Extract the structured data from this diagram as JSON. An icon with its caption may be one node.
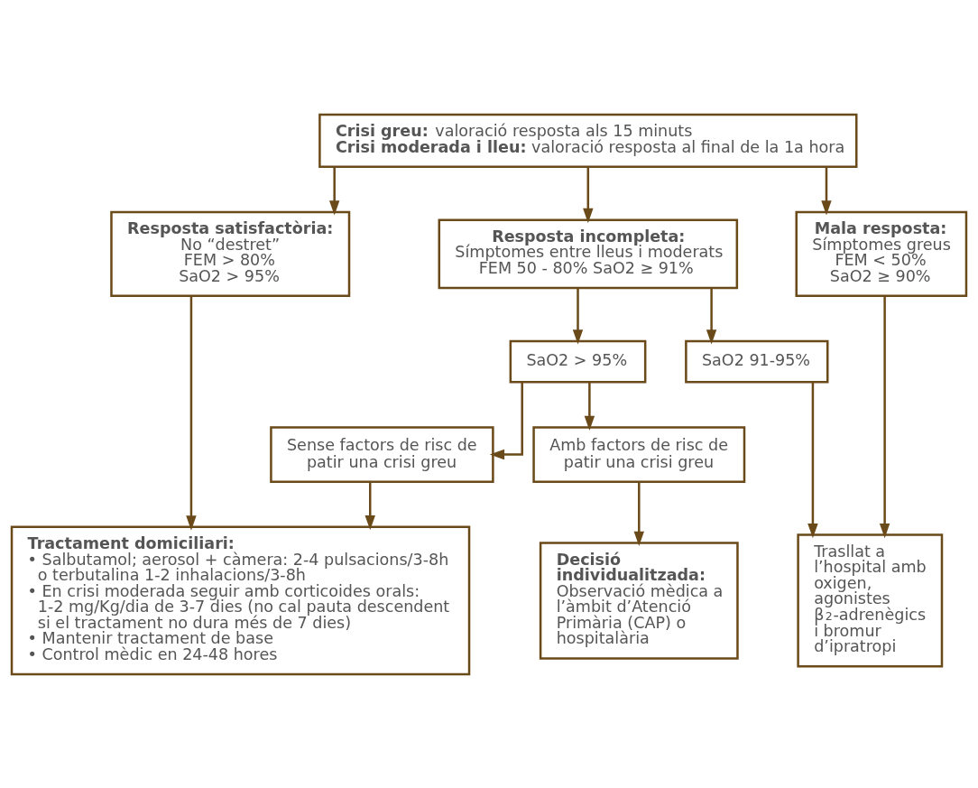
{
  "diagram": {
    "nodes": [
      {
        "text": [
          "**Crisi greu:** valoració resposta als 15 minuts",
          "**Crisi moderada i lleu:** valoració resposta al final de la 1a hora"
        ]
      },
      {
        "text": [
          "Resposta satisfactòria:",
          "No “destret”",
          "FEM > 80%",
          "SaO2 > 95%"
        ]
      },
      {
        "text": [
          "Resposta incompleta:",
          "Símptomes entre lleus i moderats",
          "FEM 50 - 80% SaO2 ≥ 91%"
        ]
      },
      {
        "text": [
          "Mala resposta:",
          "Símptomes greus",
          "FEM < 50%",
          "SaO2 ≥ 90%"
        ]
      },
      {
        "text": [
          "SaO2 > 95%"
        ]
      },
      {
        "text": [
          "SaO2 91-95%"
        ]
      },
      {
        "text": [
          "Sense factors de risc de patir una crisi greu"
        ]
      },
      {
        "text": [
          "Amb factors de risc de patir una crisi greu"
        ]
      },
      {
        "text": [
          "Tractament domiciliari:",
          "• Salbutamol; aerosol + càmera: 2-4 pulsacions/3-8h o terbutalina 1-2 inhalacions/3-8h",
          "• En crisi moderada seguir amb corticoides orals: 1-2 mg/Kg/dia de 3-7 dies (no cal pauta descendent si el tractament no dura més de 7 dies)",
          "• Mantenir tractament de base",
          "• Control mèdic en 24-48 hores"
        ]
      },
      {
        "text": [
          "Decisió individualitzada:",
          "Observació mèdica a l’àmbit d’Atenció Primària (CAP) o hospitalària"
        ]
      },
      {
        "text": [
          "Trasllat a l’hospital amb oxigen, agonistes β$_{2}$-adrenègics i bromur d’ipratropi"
        ]
      }
    ],
    "edges": [
      {
        "from": 0,
        "to": 1,
        "arrow": "to"
      },
      {
        "from": 0,
        "to": 2,
        "arrow": "to"
      },
      {
        "from": 0,
        "to": 3,
        "arrow": "to"
      },
      {
        "from": 2,
        "to": 4,
        "arrow": "to"
      },
      {
        "from": 2,
        "to": 5,
        "arrow": "to"
      },
      {
        "from": 4,
        "to": 6,
        "arrow": "to"
      },
      {
        "from": 4,
        "to": 7,
        "arrow": "to"
      },
      {
        "from": 1,
        "to": 8,
        "arrow": "to"
      },
      {
        "from": 6,
        "to": 8,
        "arrow": "to"
      },
      {
        "from": 7,
        "to": 9,
        "arrow": "to"
      },
      {
        "from": 5,
        "to": 10,
        "arrow": "to"
      },
      {
        "from": 3,
        "to": 10,
        "arrow": "to"
      }
    ]
  }
}
